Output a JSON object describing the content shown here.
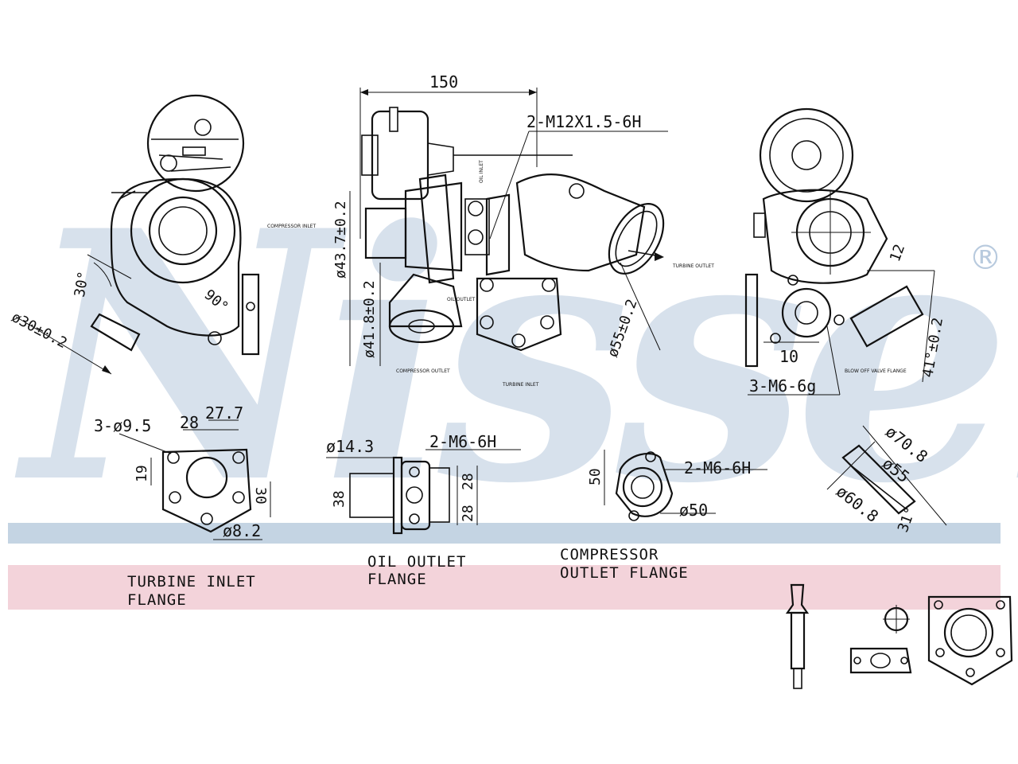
{
  "watermark": {
    "brand": "Nissens",
    "registered": "®",
    "band_color": "#c4d4e3",
    "pink_band_color": "#f3d3da"
  },
  "dimensions": {
    "overall_length": "150",
    "thread_main": "2-M12X1.5-6H",
    "compressor_inlet_dia": "ø43.7±0.2",
    "compressor_outlet_dia": "ø41.8±0.2",
    "turbine_outlet_dia": "ø55±0.2",
    "left_inlet_dia": "ø30±0.2",
    "angle_30": "30°",
    "angle_90": "90°",
    "dim_12": "12",
    "dim_41": "41°±0.2",
    "dim_10": "10",
    "thread_m6g": "3-M6-6g",
    "turbine_flange_holes": "3-ø9.5",
    "turbine_flange_28": "28",
    "turbine_flange_27_7": "27.7",
    "turbine_flange_19": "19",
    "turbine_flange_30": "30",
    "turbine_flange_8_2": "ø8.2",
    "oil_dia": "ø14.3",
    "oil_thread": "2-M6-6H",
    "oil_38": "38",
    "oil_28a": "28",
    "oil_28b": "28",
    "comp_50": "50",
    "comp_thread": "2-M6-6H",
    "comp_dia_50": "ø50",
    "outlet_70_8": "ø70.8",
    "outlet_55": "ø55",
    "outlet_60_8": "ø60.8",
    "outlet_31": "31°"
  },
  "small_labels": {
    "compressor_inlet": "COMPRESSOR INLET",
    "oil_inlet": "OIL INLET",
    "oil_outlet": "OIL OUTLET",
    "turbine_outlet": "TURBINE OUTLET",
    "compressor_outlet": "COMPRESSOR OUTLET",
    "turbine_inlet": "TURBINE INLET",
    "blow_off": "BLOW OFF VALVE FLANGE"
  },
  "captions": {
    "turbine_inlet_line1": "TURBINE INLET",
    "turbine_inlet_line2": "FLANGE",
    "oil_outlet_line1": "OIL OUTLET",
    "oil_outlet_line2": "FLANGE",
    "compressor_outlet_line1": "COMPRESSOR",
    "compressor_outlet_line2": "OUTLET FLANGE"
  }
}
